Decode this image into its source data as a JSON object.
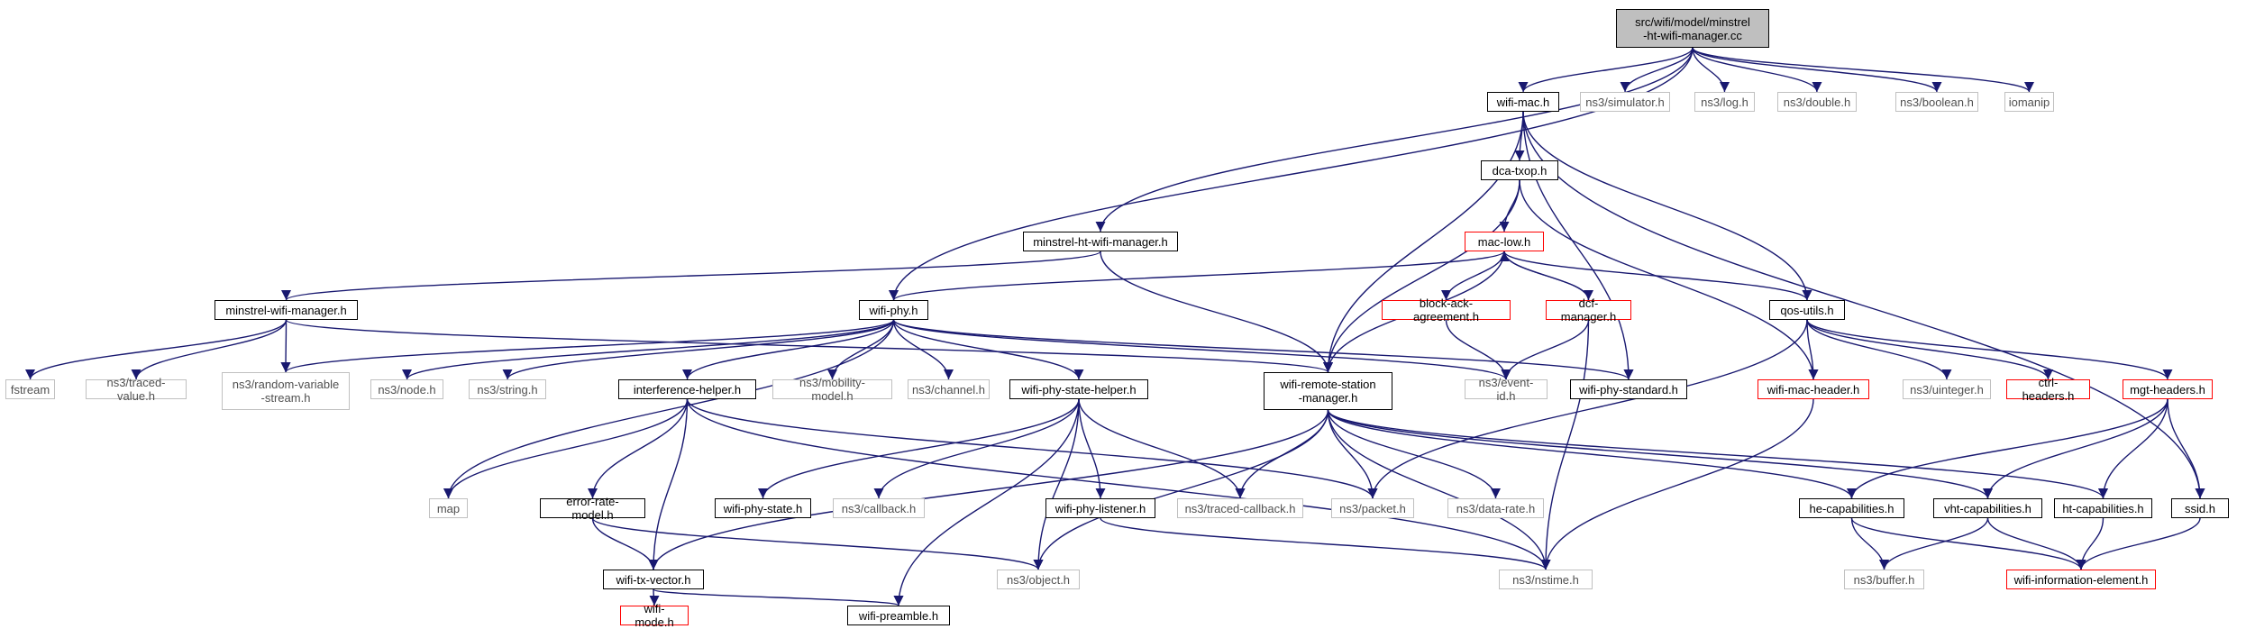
{
  "graph": {
    "edge_color": "#191970",
    "border_colors": {
      "local": "#000000",
      "external": "#c0c0c0",
      "truncated": "#ff0000",
      "root_fill": "#bfbfbf"
    },
    "nodes": [
      {
        "id": "root",
        "label": "src/wifi/model/minstrel\n-ht-wifi-manager.cc",
        "kind": "root"
      },
      {
        "id": "wifimac",
        "label": "wifi-mac.h",
        "kind": "local"
      },
      {
        "id": "simulator",
        "label": "ns3/simulator.h",
        "kind": "ext"
      },
      {
        "id": "log",
        "label": "ns3/log.h",
        "kind": "ext"
      },
      {
        "id": "double",
        "label": "ns3/double.h",
        "kind": "ext"
      },
      {
        "id": "boolean",
        "label": "ns3/boolean.h",
        "kind": "ext"
      },
      {
        "id": "iomanip",
        "label": "iomanip",
        "kind": "ext"
      },
      {
        "id": "dcatxop",
        "label": "dca-txop.h",
        "kind": "local"
      },
      {
        "id": "minstrelht",
        "label": "minstrel-ht-wifi-manager.h",
        "kind": "local"
      },
      {
        "id": "maclow",
        "label": "mac-low.h",
        "kind": "trunc"
      },
      {
        "id": "minstrelwifi",
        "label": "minstrel-wifi-manager.h",
        "kind": "local"
      },
      {
        "id": "wifiphy",
        "label": "wifi-phy.h",
        "kind": "local"
      },
      {
        "id": "blockack",
        "label": "block-ack-agreement.h",
        "kind": "trunc"
      },
      {
        "id": "dcfmgr",
        "label": "dcf-manager.h",
        "kind": "trunc"
      },
      {
        "id": "qosutils",
        "label": "qos-utils.h",
        "kind": "local"
      },
      {
        "id": "fstream",
        "label": "fstream",
        "kind": "ext"
      },
      {
        "id": "tracedvalue",
        "label": "ns3/traced-value.h",
        "kind": "ext"
      },
      {
        "id": "randomvar",
        "label": "ns3/random-variable\n-stream.h",
        "kind": "ext"
      },
      {
        "id": "node",
        "label": "ns3/node.h",
        "kind": "ext"
      },
      {
        "id": "string",
        "label": "ns3/string.h",
        "kind": "ext"
      },
      {
        "id": "interference",
        "label": "interference-helper.h",
        "kind": "local"
      },
      {
        "id": "mobility",
        "label": "ns3/mobility-model.h",
        "kind": "ext"
      },
      {
        "id": "channel",
        "label": "ns3/channel.h",
        "kind": "ext"
      },
      {
        "id": "phystatehelper",
        "label": "wifi-phy-state-helper.h",
        "kind": "local"
      },
      {
        "id": "remotestation",
        "label": "wifi-remote-station\n-manager.h",
        "kind": "local"
      },
      {
        "id": "eventid",
        "label": "ns3/event-id.h",
        "kind": "ext"
      },
      {
        "id": "phystandard",
        "label": "wifi-phy-standard.h",
        "kind": "local"
      },
      {
        "id": "macheader",
        "label": "wifi-mac-header.h",
        "kind": "trunc"
      },
      {
        "id": "uinteger",
        "label": "ns3/uinteger.h",
        "kind": "ext"
      },
      {
        "id": "ctrlheaders",
        "label": "ctrl-headers.h",
        "kind": "trunc"
      },
      {
        "id": "mgtheaders",
        "label": "mgt-headers.h",
        "kind": "trunc"
      },
      {
        "id": "map",
        "label": "map",
        "kind": "ext"
      },
      {
        "id": "errorrate",
        "label": "error-rate-model.h",
        "kind": "local"
      },
      {
        "id": "phystate",
        "label": "wifi-phy-state.h",
        "kind": "local"
      },
      {
        "id": "callback",
        "label": "ns3/callback.h",
        "kind": "ext"
      },
      {
        "id": "phylistener",
        "label": "wifi-phy-listener.h",
        "kind": "local"
      },
      {
        "id": "tracedcallback",
        "label": "ns3/traced-callback.h",
        "kind": "ext"
      },
      {
        "id": "packet",
        "label": "ns3/packet.h",
        "kind": "ext"
      },
      {
        "id": "datarate",
        "label": "ns3/data-rate.h",
        "kind": "ext"
      },
      {
        "id": "hecap",
        "label": "he-capabilities.h",
        "kind": "local"
      },
      {
        "id": "vhtcap",
        "label": "vht-capabilities.h",
        "kind": "local"
      },
      {
        "id": "htcap",
        "label": "ht-capabilities.h",
        "kind": "local"
      },
      {
        "id": "ssid",
        "label": "ssid.h",
        "kind": "local"
      },
      {
        "id": "txvector",
        "label": "wifi-tx-vector.h",
        "kind": "local"
      },
      {
        "id": "object",
        "label": "ns3/object.h",
        "kind": "ext"
      },
      {
        "id": "nstime",
        "label": "ns3/nstime.h",
        "kind": "ext"
      },
      {
        "id": "buffer",
        "label": "ns3/buffer.h",
        "kind": "ext"
      },
      {
        "id": "infoelement",
        "label": "wifi-information-element.h",
        "kind": "trunc"
      },
      {
        "id": "wifimode",
        "label": "wifi-mode.h",
        "kind": "trunc"
      },
      {
        "id": "preamble",
        "label": "wifi-preamble.h",
        "kind": "local"
      }
    ],
    "edges": [
      [
        "root",
        "wifimac"
      ],
      [
        "root",
        "simulator"
      ],
      [
        "root",
        "log"
      ],
      [
        "root",
        "double"
      ],
      [
        "root",
        "boolean"
      ],
      [
        "root",
        "iomanip"
      ],
      [
        "root",
        "minstrelht"
      ],
      [
        "root",
        "wifiphy"
      ],
      [
        "wifimac",
        "dcatxop"
      ],
      [
        "wifimac",
        "remotestation"
      ],
      [
        "wifimac",
        "qosutils"
      ],
      [
        "wifimac",
        "ssid"
      ],
      [
        "wifimac",
        "phystandard"
      ],
      [
        "dcatxop",
        "maclow"
      ],
      [
        "dcatxop",
        "remotestation"
      ],
      [
        "dcatxop",
        "macheader"
      ],
      [
        "maclow",
        "wifiphy"
      ],
      [
        "maclow",
        "blockack"
      ],
      [
        "maclow",
        "dcfmgr"
      ],
      [
        "maclow",
        "remotestation"
      ],
      [
        "maclow",
        "qosutils"
      ],
      [
        "dcfmgr",
        "maclow"
      ],
      [
        "dcfmgr",
        "eventid"
      ],
      [
        "dcfmgr",
        "nstime"
      ],
      [
        "blockack",
        "eventid"
      ],
      [
        "minstrelht",
        "minstrelwifi"
      ],
      [
        "minstrelht",
        "remotestation"
      ],
      [
        "minstrelwifi",
        "fstream"
      ],
      [
        "minstrelwifi",
        "tracedvalue"
      ],
      [
        "minstrelwifi",
        "randomvar"
      ],
      [
        "minstrelwifi",
        "remotestation"
      ],
      [
        "wifiphy",
        "randomvar"
      ],
      [
        "wifiphy",
        "node"
      ],
      [
        "wifiphy",
        "string"
      ],
      [
        "wifiphy",
        "interference"
      ],
      [
        "wifiphy",
        "mobility"
      ],
      [
        "wifiphy",
        "channel"
      ],
      [
        "wifiphy",
        "phystatehelper"
      ],
      [
        "wifiphy",
        "eventid"
      ],
      [
        "wifiphy",
        "phystandard"
      ],
      [
        "wifiphy",
        "map"
      ],
      [
        "interference",
        "map"
      ],
      [
        "interference",
        "errorrate"
      ],
      [
        "interference",
        "txvector"
      ],
      [
        "interference",
        "packet"
      ],
      [
        "interference",
        "nstime"
      ],
      [
        "errorrate",
        "txvector"
      ],
      [
        "errorrate",
        "object"
      ],
      [
        "phystatehelper",
        "phystate"
      ],
      [
        "phystatehelper",
        "callback"
      ],
      [
        "phystatehelper",
        "phylistener"
      ],
      [
        "phystatehelper",
        "tracedcallback"
      ],
      [
        "phystatehelper",
        "object"
      ],
      [
        "phystatehelper",
        "preamble"
      ],
      [
        "phylistener",
        "nstime"
      ],
      [
        "remotestation",
        "tracedcallback"
      ],
      [
        "remotestation",
        "packet"
      ],
      [
        "remotestation",
        "datarate"
      ],
      [
        "remotestation",
        "object"
      ],
      [
        "remotestation",
        "nstime"
      ],
      [
        "remotestation",
        "hecap"
      ],
      [
        "remotestation",
        "vhtcap"
      ],
      [
        "remotestation",
        "htcap"
      ],
      [
        "remotestation",
        "txvector"
      ],
      [
        "qosutils",
        "macheader"
      ],
      [
        "qosutils",
        "uinteger"
      ],
      [
        "qosutils",
        "ctrlheaders"
      ],
      [
        "qosutils",
        "mgtheaders"
      ],
      [
        "qosutils",
        "packet"
      ],
      [
        "macheader",
        "nstime"
      ],
      [
        "mgtheaders",
        "hecap"
      ],
      [
        "mgtheaders",
        "vhtcap"
      ],
      [
        "mgtheaders",
        "htcap"
      ],
      [
        "mgtheaders",
        "ssid"
      ],
      [
        "hecap",
        "buffer"
      ],
      [
        "hecap",
        "infoelement"
      ],
      [
        "vhtcap",
        "buffer"
      ],
      [
        "vhtcap",
        "infoelement"
      ],
      [
        "htcap",
        "infoelement"
      ],
      [
        "ssid",
        "infoelement"
      ],
      [
        "txvector",
        "wifimode"
      ],
      [
        "txvector",
        "preamble"
      ]
    ]
  }
}
